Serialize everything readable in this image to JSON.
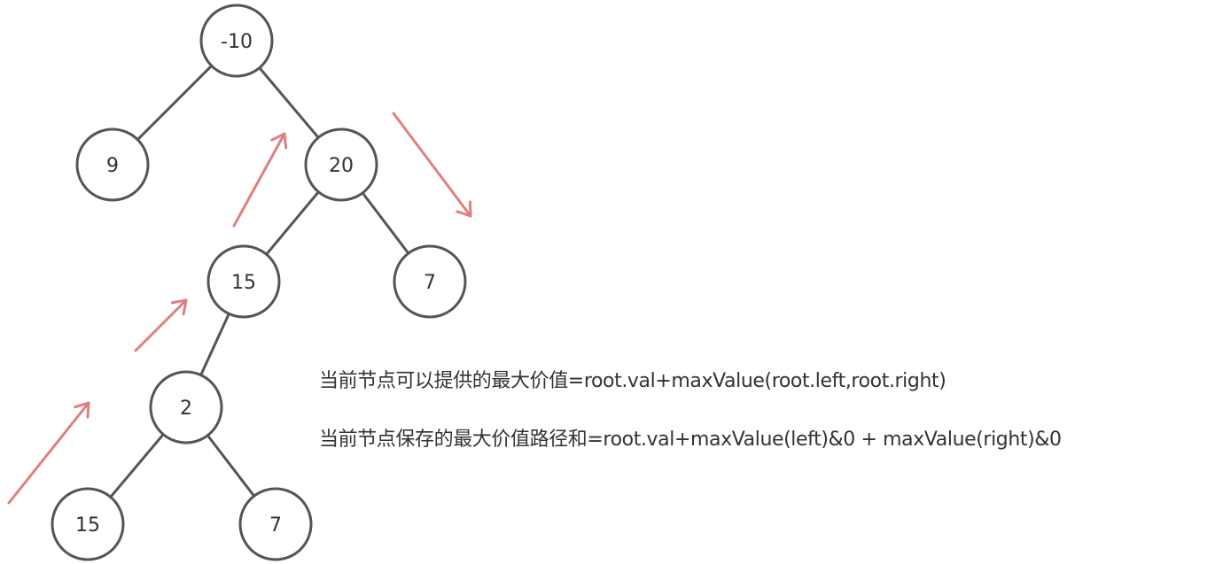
{
  "tree": {
    "nodes": [
      {
        "id": "n-root",
        "label": "-10"
      },
      {
        "id": "n-9",
        "label": "9"
      },
      {
        "id": "n-20",
        "label": "20"
      },
      {
        "id": "n-15a",
        "label": "15"
      },
      {
        "id": "n-7a",
        "label": "7"
      },
      {
        "id": "n-2",
        "label": "2"
      },
      {
        "id": "n-15b",
        "label": "15"
      },
      {
        "id": "n-7b",
        "label": "7"
      }
    ],
    "edges": [
      {
        "from": "n-root",
        "to": "n-9"
      },
      {
        "from": "n-root",
        "to": "n-20"
      },
      {
        "from": "n-20",
        "to": "n-15a"
      },
      {
        "from": "n-20",
        "to": "n-7a"
      },
      {
        "from": "n-15a",
        "to": "n-2"
      },
      {
        "from": "n-2",
        "to": "n-15b"
      },
      {
        "from": "n-2",
        "to": "n-7b"
      }
    ]
  },
  "colors": {
    "edge": "#555555",
    "node_stroke": "#555555",
    "text": "#333333",
    "arrow": "#e07f7f"
  },
  "formulas": {
    "line1": "当前节点可以提供的最大价值=root.val+maxValue(root.left,root.right)",
    "line2": "当前节点保存的最大价值路径和=root.val+maxValue(left)&0 + maxValue(right)&0"
  }
}
